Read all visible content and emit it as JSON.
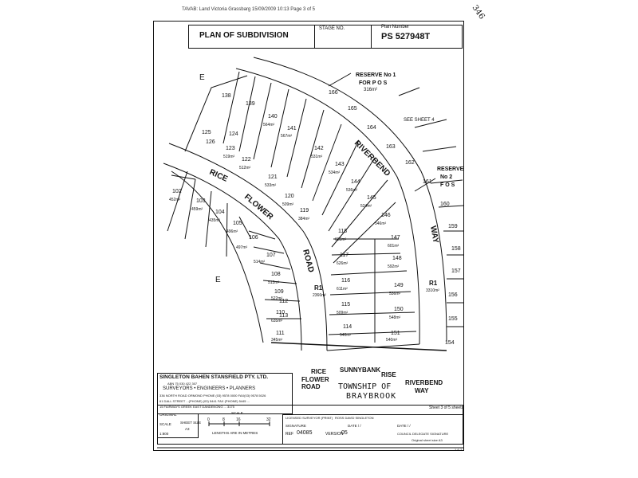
{
  "header": {
    "strip": "TAVAB: Land Victoria Grassbarg 15/09/2009 10:13 Page 3 of 5",
    "handwritten": "346"
  },
  "title_block": {
    "title": "PLAN OF SUBDIVISION",
    "stage_label": "STAGE NO.",
    "plan_number_label": "Plan Number",
    "plan_number": "PS 527948T"
  },
  "map": {
    "lots": [
      {
        "no": "138"
      },
      {
        "no": "139"
      },
      {
        "no": "140"
      },
      {
        "no": "141"
      },
      {
        "no": "142"
      },
      {
        "no": "143"
      },
      {
        "no": "144"
      },
      {
        "no": "145"
      },
      {
        "no": "146"
      },
      {
        "no": "147"
      },
      {
        "no": "148"
      },
      {
        "no": "149"
      },
      {
        "no": "150"
      },
      {
        "no": "151"
      },
      {
        "no": "123"
      },
      {
        "no": "124"
      },
      {
        "no": "125"
      },
      {
        "no": "126"
      },
      {
        "no": "122"
      },
      {
        "no": "121"
      },
      {
        "no": "120"
      },
      {
        "no": "119"
      },
      {
        "no": "118"
      },
      {
        "no": "117"
      },
      {
        "no": "116"
      },
      {
        "no": "115"
      },
      {
        "no": "114"
      },
      {
        "no": "113"
      },
      {
        "no": "112"
      },
      {
        "no": "111"
      },
      {
        "no": "110"
      },
      {
        "no": "109"
      },
      {
        "no": "108"
      },
      {
        "no": "107"
      },
      {
        "no": "106"
      },
      {
        "no": "105"
      },
      {
        "no": "104"
      },
      {
        "no": "103"
      },
      {
        "no": "102"
      },
      {
        "no": "166"
      },
      {
        "no": "165"
      },
      {
        "no": "164"
      },
      {
        "no": "163"
      },
      {
        "no": "162"
      },
      {
        "no": "161"
      },
      {
        "no": "160"
      },
      {
        "no": "159"
      },
      {
        "no": "158"
      },
      {
        "no": "157"
      },
      {
        "no": "156"
      },
      {
        "no": "155"
      },
      {
        "no": "154"
      }
    ],
    "areas": [
      "564m²",
      "567m²",
      "531m²",
      "534m²",
      "536m²",
      "524m²",
      "546m²",
      "601m²",
      "592m²",
      "536m²",
      "548m²",
      "540m²",
      "533m²",
      "509m²",
      "384m²",
      "633m²",
      "626m²",
      "611m²",
      "509m²",
      "540m²",
      "522m²",
      "635m²",
      "345m²",
      "514m²",
      "497m²",
      "496m²",
      "435m²",
      "459m²",
      "452m²",
      "512m²",
      "519m²",
      "513m²"
    ],
    "reserve1": "RESERVE No 1",
    "reserve1_use": "FOR P O S",
    "reserve1_area": "316m²",
    "reserve2": "RESERVE",
    "reserve2_no": "No 2",
    "reserve2_use": "F O S",
    "see_sheet": "SEE SHEET 4",
    "road_rice": "RICE",
    "road_flower": "FLOWER",
    "road_road": "ROAD",
    "road_riverbend": "RIVERBEND",
    "road_way": "WAY",
    "r1_left": "R1",
    "r1_left_area": "2366m²",
    "r1_right": "R1",
    "r1_right_area": "3310m²",
    "e_top": "E",
    "e_bottom": "E",
    "street_rice": "RICE",
    "street_flower_road": "FLOWER\nROAD",
    "street_sunnybank": "SUNNYBANK",
    "street_rise": "RISE",
    "street_riverbend": "RIVERBEND",
    "street_way": "WAY",
    "township": "TOWNSHIP OF",
    "township_name": "BRAYBROOK"
  },
  "surveyor": {
    "firm": "SINGLETON BAHEN STANSFIELD PTY. LTD.",
    "abn": "ABN 75 030 422 307",
    "role": "SURVEYORS • ENGINEERS • PLANNERS",
    "addr1": "336 NORTH ROAD ORMOND PHONE (03) 9578 0000 FAX(03) 9578 5026",
    "addr2": "61 DALL STREET ...(PHONE) (03) 5441 FAX (PHONE) 5445 ...",
    "addr3": "15 FAIRWAYS GREEK EAST DANDENONG ... 3175"
  },
  "footer": {
    "sheet": "Sheet 3 of 5 sheets",
    "original_label": "ORIGINAL",
    "scale_label": "SCALE",
    "sheet_size_label": "SHEET SIZE",
    "sheet_size": "A3",
    "scale_value": "1:800",
    "scale_bar_label": "SCALE",
    "scale_ticks": [
      "0",
      "8",
      "16",
      "32"
    ],
    "lengths": "LENGTHS ARE IN METRES",
    "surveyor_label": "LICENSED SURVEYOR (PRINT)",
    "surveyor_name": "ROSS DAVID SINGLETON",
    "signature": "SIGNATURE",
    "date1": "DATE  /  /",
    "ref_label": "REF",
    "ref": "04085",
    "version_label": "VERSION",
    "version": "05",
    "date2": "DATE  /  /",
    "council": "COUNCIL DELEGATE SIGNATURE",
    "orig_sheet": "Original sheet size A3",
    "page_tag": "1-6-2"
  },
  "colors": {
    "ink": "#111111",
    "paper": "#ffffff"
  }
}
